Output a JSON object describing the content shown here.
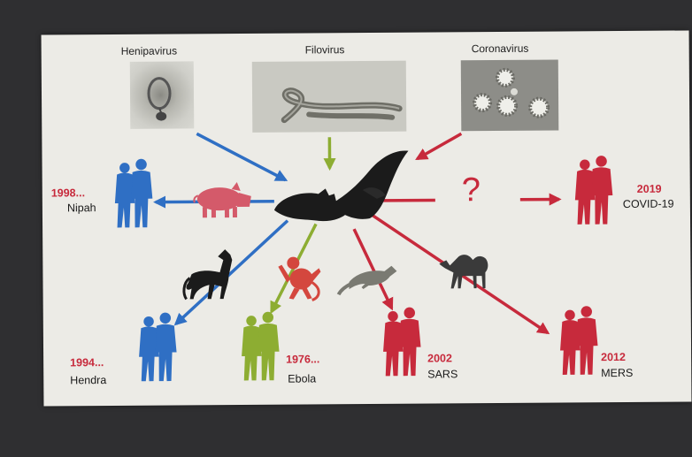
{
  "viruses": {
    "henipavirus": "Henipavirus",
    "filovirus": "Filovirus",
    "coronavirus": "Coronavirus"
  },
  "outbreaks": {
    "nipah": {
      "year": "1998...",
      "name": "Nipah"
    },
    "covid": {
      "year": "2019",
      "name": "COVID-19"
    },
    "hendra": {
      "year": "1994...",
      "name": "Hendra"
    },
    "ebola": {
      "year": "1976...",
      "name": "Ebola"
    },
    "sars": {
      "year": "2002",
      "name": "SARS"
    },
    "mers": {
      "year": "2012",
      "name": "MERS"
    }
  },
  "unknown_mark": "?",
  "colors": {
    "blue": "#2f6fc4",
    "green": "#8dad32",
    "red": "#c72a3c",
    "black": "#1b1b1b"
  },
  "icons": [
    "bat-icon",
    "pig-icon",
    "horse-icon",
    "monkey-icon",
    "civet-icon",
    "camel-icon",
    "person-pair-icon"
  ]
}
